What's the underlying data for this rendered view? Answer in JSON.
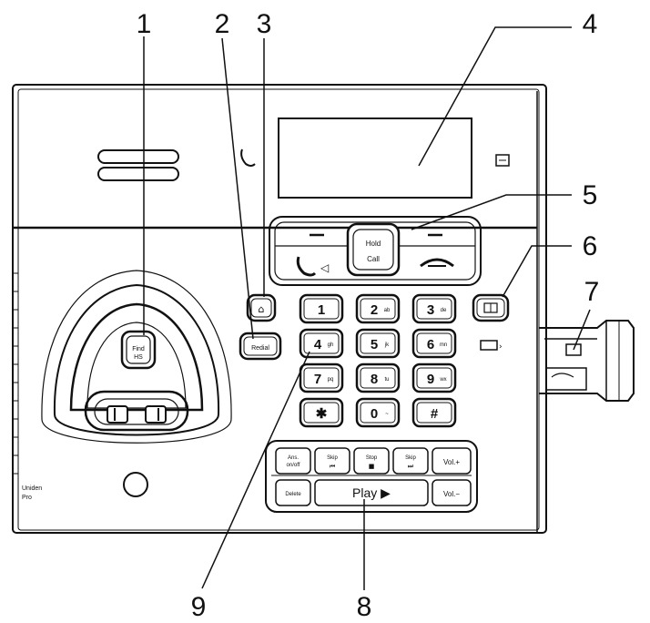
{
  "callouts": [
    {
      "num": "1",
      "target": "find-handset-button"
    },
    {
      "num": "2",
      "target": "redial-button"
    },
    {
      "num": "3",
      "target": "intercom-button"
    },
    {
      "num": "4",
      "target": "display-screen"
    },
    {
      "num": "5",
      "target": "navigation-softkeys"
    },
    {
      "num": "6",
      "target": "phonebook-button"
    },
    {
      "num": "7",
      "target": "line-jack"
    },
    {
      "num": "8",
      "target": "answering-machine-keys"
    },
    {
      "num": "9",
      "target": "keypad"
    }
  ],
  "base": {
    "brand": "Uniden",
    "model": "Pro"
  },
  "handset_cradle": {
    "find_button": "Find\nHS"
  },
  "nav": {
    "center_top": "Hold",
    "center_bottom": "Call"
  },
  "keypad": {
    "keys": [
      "1",
      "2",
      "3",
      "4",
      "5",
      "6",
      "7",
      "8",
      "9",
      "✱",
      "0",
      "#"
    ],
    "subs": [
      "",
      "ab",
      "de",
      "gh",
      "jk",
      "mn",
      "pq",
      "tu",
      "wx",
      "",
      "~",
      ""
    ]
  },
  "side_buttons": {
    "redial": "Redial",
    "intercom": "⌂"
  },
  "answering": {
    "ans_onoff": "Ans.\non/off",
    "skip_back": "Skip",
    "stop": "Stop",
    "skip_fwd": "Skip",
    "vol_up": "Vol.+",
    "delete": "Delete",
    "play": "Play ▶",
    "vol_down": "Vol.−"
  }
}
